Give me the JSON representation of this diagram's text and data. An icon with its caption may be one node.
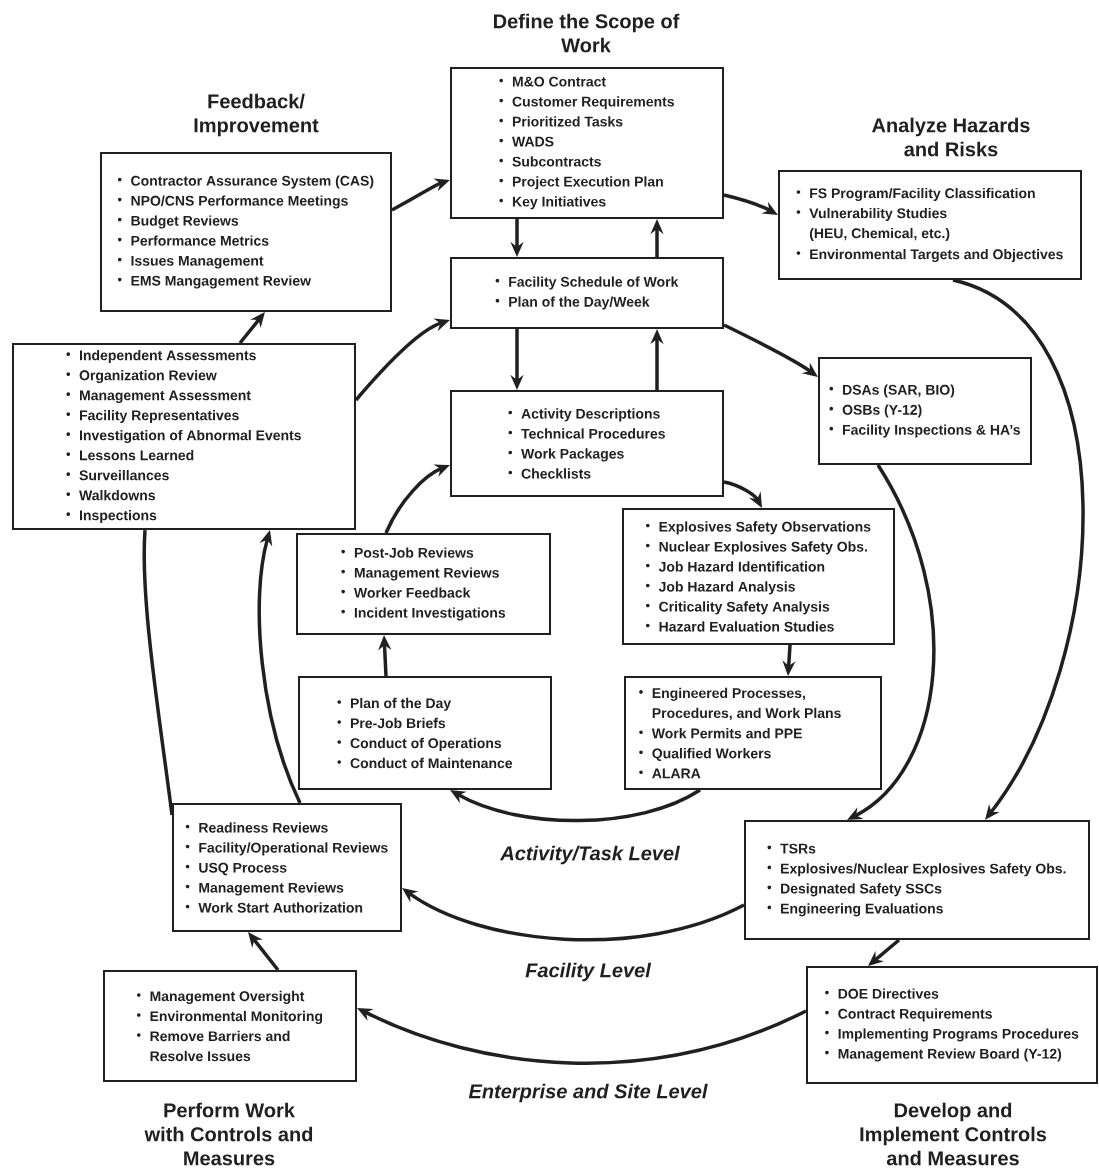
{
  "diagram": {
    "nodes": [
      {
        "text": [
          "Define the Scope of Work",
          "M&O Contract",
          "Customer Requirements",
          "Prioritized Tasks",
          "WADS",
          "Subcontracts",
          "Project Execution Plan",
          "Key Initiatives"
        ]
      },
      {
        "text": [
          "Feedback/ Improvement",
          "Contractor Assurance System (CAS)",
          "NPO/CNS Performance Meetings",
          "Budget Reviews",
          "Performance Metrics",
          "Issues Management",
          "EMS Mangagement Review"
        ]
      },
      {
        "text": [
          "Analyze Hazards and Risks",
          "FS Program/Facility Classification",
          "Vulnerability Studies (HEU, Chemical, etc.)",
          "Environmental Targets and Objectives"
        ]
      },
      {
        "text": [
          "Facility Schedule of Work",
          "Plan of the Day/Week"
        ]
      },
      {
        "text": [
          "Independent Assessments",
          "Organization Review",
          "Management Assessment",
          "Facility Representatives",
          "Investigation of Abnormal Events",
          "Lessons Learned",
          "Surveillances",
          "Walkdowns",
          "Inspections"
        ]
      },
      {
        "text": [
          "DSAs (SAR, BIO)",
          "OSBs (Y-12)",
          "Facility Inspections & HA’s"
        ]
      },
      {
        "text": [
          "Activity Descriptions",
          "Technical Procedures",
          "Work Packages",
          "Checklists"
        ]
      },
      {
        "text": [
          "Explosives Safety Observations",
          "Nuclear Explosives Safety Obs.",
          "Job Hazard Identification",
          "Job Hazard Analysis",
          "Criticality Safety Analysis",
          "Hazard Evaluation Studies"
        ]
      },
      {
        "text": [
          "Post-Job Reviews",
          "Management Reviews",
          "Worker Feedback",
          "Incident Investigations"
        ]
      },
      {
        "text": [
          "Plan of the Day",
          "Pre-Job Briefs",
          "Conduct of Operations",
          "Conduct of Maintenance"
        ]
      },
      {
        "text": [
          "Engineered Processes, Procedures, and Work Plans",
          "Work Permits and PPE",
          "Qualified Workers",
          "ALARA"
        ]
      },
      {
        "text": [
          "Readiness Reviews",
          "Facility/Operational Reviews",
          "USQ Process",
          "Management Reviews",
          "Work Start Authorization"
        ]
      },
      {
        "text": [
          "TSRs",
          "Explosives/Nuclear Explosives Safety Obs.",
          "Designated Safety SSCs",
          "Engineering Evaluations"
        ]
      },
      {
        "text": [
          "Management Oversight",
          "Environmental Monitoring",
          "Remove Barriers and Resolve Issues",
          "Perform Work with Controls and Measures"
        ]
      },
      {
        "text": [
          "DOE Directives",
          "Contract Requirements",
          "Implementing Programs Procedures",
          "Management Review Board (Y-12)",
          "Develop and Implement Controls and Measures"
        ]
      }
    ],
    "edges": [
      {
        "from": 1,
        "to": 0,
        "arrow": "to"
      },
      {
        "from": 0,
        "to": 2,
        "arrow": "to"
      },
      {
        "from": 2,
        "to": 12,
        "arrow": "to"
      },
      {
        "from": 0,
        "to": 3,
        "arrow": "to"
      },
      {
        "from": 3,
        "to": 0,
        "arrow": "to"
      },
      {
        "from": 3,
        "to": 6,
        "arrow": "to"
      },
      {
        "from": 6,
        "to": 3,
        "arrow": "to"
      },
      {
        "from": 4,
        "to": 3,
        "arrow": "to"
      },
      {
        "from": 3,
        "to": 5,
        "arrow": "to"
      },
      {
        "from": 5,
        "to": 12,
        "arrow": "to"
      },
      {
        "from": 6,
        "to": 7,
        "arrow": "to"
      },
      {
        "from": 7,
        "to": 10,
        "arrow": "to"
      },
      {
        "from": 10,
        "to": 9,
        "arrow": "to"
      },
      {
        "from": 9,
        "to": 8,
        "arrow": "to"
      },
      {
        "from": 8,
        "to": 6,
        "arrow": "to"
      },
      {
        "from": 12,
        "to": 11,
        "arrow": "to"
      },
      {
        "from": 11,
        "to": 4,
        "arrow": "to"
      },
      {
        "from": 11,
        "to": 4,
        "arrow": "none"
      },
      {
        "from": 4,
        "to": 1,
        "arrow": "to"
      },
      {
        "from": 12,
        "to": 14,
        "arrow": "to"
      },
      {
        "from": 14,
        "to": 13,
        "arrow": "to"
      },
      {
        "from": 13,
        "to": 11,
        "arrow": "to"
      }
    ],
    "labels": [
      "Activity/Task Level",
      "Facility Level",
      "Enterprise and Site Level"
    ]
  }
}
